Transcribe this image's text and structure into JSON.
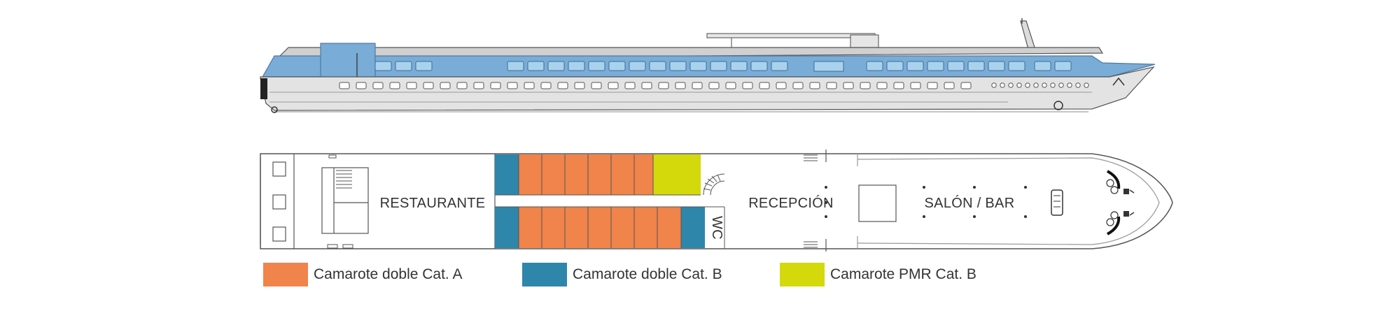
{
  "deck_labels": {
    "restaurant": "RESTAURANTE",
    "reception": "RECEPCIÓN",
    "lounge": "SALÓN / BAR",
    "wc": "WC"
  },
  "legend": [
    {
      "label": "Camarote doble Cat. A",
      "color": "#f0844a"
    },
    {
      "label": "Camarote doble Cat. B",
      "color": "#2e86ab"
    },
    {
      "label": "Camarote PMR Cat. B",
      "color": "#d3d90a"
    }
  ],
  "colors": {
    "hull": "#e3e3e3",
    "upper_deck": "#79acd6",
    "window": "#a9d2ee",
    "outline": "#555555"
  }
}
